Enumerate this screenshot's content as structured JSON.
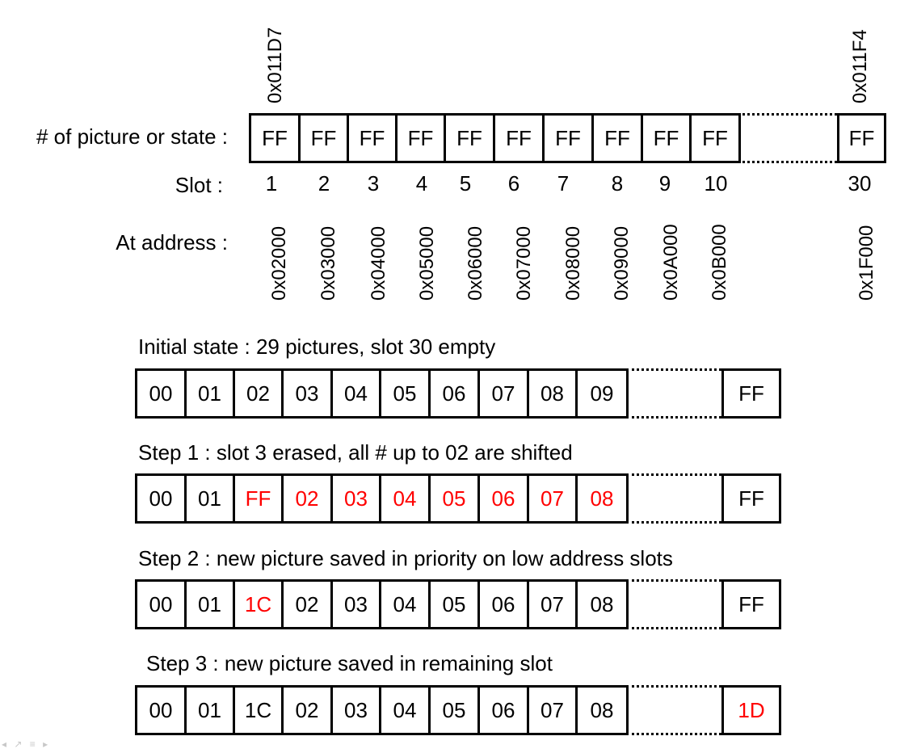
{
  "memory_map": {
    "row_label": "# of picture or state :",
    "slot_label": "Slot :",
    "address_label": "At address :",
    "first_state_address": "0x011D7",
    "last_state_address": "0x011F4",
    "cells": [
      "FF",
      "FF",
      "FF",
      "FF",
      "FF",
      "FF",
      "FF",
      "FF",
      "FF",
      "FF"
    ],
    "last_cell": "FF",
    "slots": [
      "1",
      "2",
      "3",
      "4",
      "5",
      "6",
      "7",
      "8",
      "9",
      "10"
    ],
    "last_slot": "30",
    "addresses": [
      "0x02000",
      "0x03000",
      "0x04000",
      "0x05000",
      "0x06000",
      "0x07000",
      "0x08000",
      "0x09000",
      "0x0A000",
      "0x0B000"
    ],
    "last_address": "0x1F000"
  },
  "steps": [
    {
      "title": "Initial state : 29 pictures, slot 30 empty",
      "cells": [
        "00",
        "01",
        "02",
        "03",
        "04",
        "05",
        "06",
        "07",
        "08",
        "09"
      ],
      "last_cell": "FF",
      "highlighted": [],
      "last_highlighted": false
    },
    {
      "title": "Step 1 : slot 3 erased, all # up to 02 are shifted",
      "cells": [
        "00",
        "01",
        "FF",
        "02",
        "03",
        "04",
        "05",
        "06",
        "07",
        "08"
      ],
      "last_cell": "FF",
      "highlighted": [
        2,
        3,
        4,
        5,
        6,
        7,
        8,
        9
      ],
      "last_highlighted": false
    },
    {
      "title": "Step 2 : new picture saved in priority on low address slots",
      "cells": [
        "00",
        "01",
        "1C",
        "02",
        "03",
        "04",
        "05",
        "06",
        "07",
        "08"
      ],
      "last_cell": "FF",
      "highlighted": [
        2
      ],
      "last_highlighted": false
    },
    {
      "title": "Step 3 : new picture saved in remaining slot",
      "cells": [
        "00",
        "01",
        "1C",
        "02",
        "03",
        "04",
        "05",
        "06",
        "07",
        "08"
      ],
      "last_cell": "1D",
      "highlighted": [],
      "last_highlighted": true
    }
  ],
  "colors": {
    "highlight": "#ff0000",
    "border": "#000000"
  }
}
